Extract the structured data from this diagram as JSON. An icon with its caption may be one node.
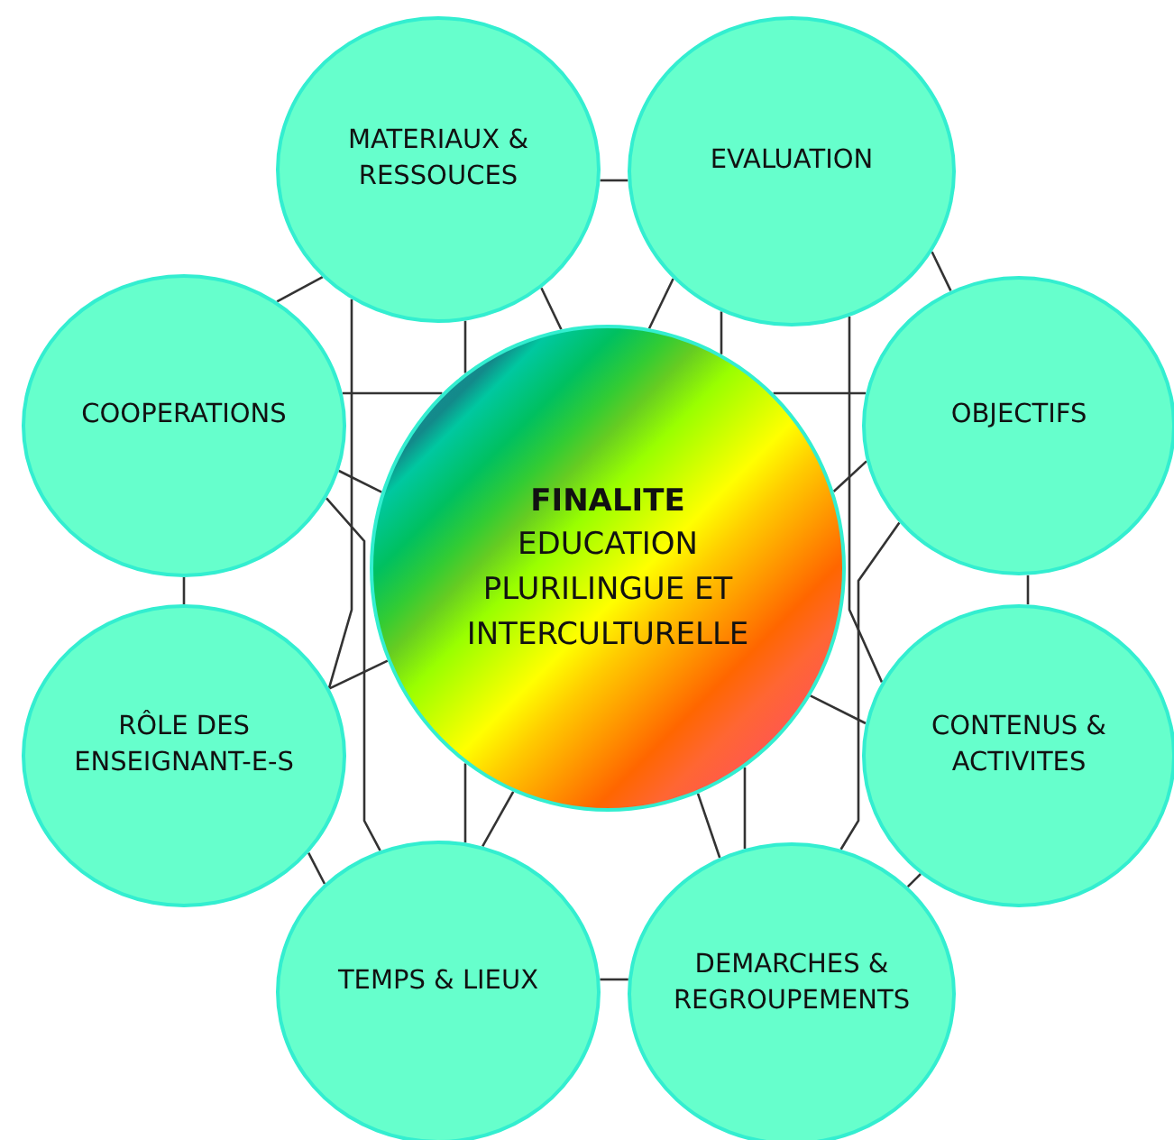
{
  "diagram": {
    "nodes": [
      {
        "text": [
          "FINALITE",
          "EDUCATION PLURILINGUE ET INTERCULTURELLE"
        ]
      },
      {
        "text": [
          "MATERIAUX & RESSOUCES"
        ]
      },
      {
        "text": [
          "EVALUATION"
        ]
      },
      {
        "text": [
          "OBJECTIFS"
        ]
      },
      {
        "text": [
          "CONTENUS & ACTIVITES"
        ]
      },
      {
        "text": [
          "DEMARCHES & REGROUPEMENTS"
        ]
      },
      {
        "text": [
          "TEMPS & LIEUX"
        ]
      },
      {
        "text": [
          "RÔLE DES ENSEIGNANT-E-S"
        ]
      },
      {
        "text": [
          "COOPERATIONS"
        ]
      }
    ],
    "edges": [
      {
        "from": 1,
        "to": 2,
        "arrow": "none"
      },
      {
        "from": 2,
        "to": 3,
        "arrow": "none"
      },
      {
        "from": 3,
        "to": 4,
        "arrow": "none"
      },
      {
        "from": 4,
        "to": 5,
        "arrow": "none"
      },
      {
        "from": 5,
        "to": 6,
        "arrow": "none"
      },
      {
        "from": 6,
        "to": 7,
        "arrow": "none"
      },
      {
        "from": 7,
        "to": 8,
        "arrow": "none"
      },
      {
        "from": 8,
        "to": 1,
        "arrow": "none"
      },
      {
        "from": 1,
        "to": 0,
        "arrow": "none"
      },
      {
        "from": 1,
        "to": 0,
        "arrow": "none"
      },
      {
        "from": 2,
        "to": 0,
        "arrow": "none"
      },
      {
        "from": 2,
        "to": 0,
        "arrow": "none"
      },
      {
        "from": 3,
        "to": 0,
        "arrow": "none"
      },
      {
        "from": 3,
        "to": 0,
        "arrow": "none"
      },
      {
        "from": 4,
        "to": 0,
        "arrow": "none"
      },
      {
        "from": 5,
        "to": 0,
        "arrow": "none"
      },
      {
        "from": 5,
        "to": 0,
        "arrow": "none"
      },
      {
        "from": 6,
        "to": 0,
        "arrow": "none"
      },
      {
        "from": 6,
        "to": 0,
        "arrow": "none"
      },
      {
        "from": 7,
        "to": 0,
        "arrow": "none"
      },
      {
        "from": 8,
        "to": 0,
        "arrow": "none"
      },
      {
        "from": 8,
        "to": 0,
        "arrow": "none"
      },
      {
        "from": 2,
        "to": 4,
        "arrow": "none"
      },
      {
        "from": 3,
        "to": 5,
        "arrow": "none"
      },
      {
        "from": 8,
        "to": 6,
        "arrow": "none"
      },
      {
        "from": 1,
        "to": 7,
        "arrow": "none"
      }
    ]
  }
}
